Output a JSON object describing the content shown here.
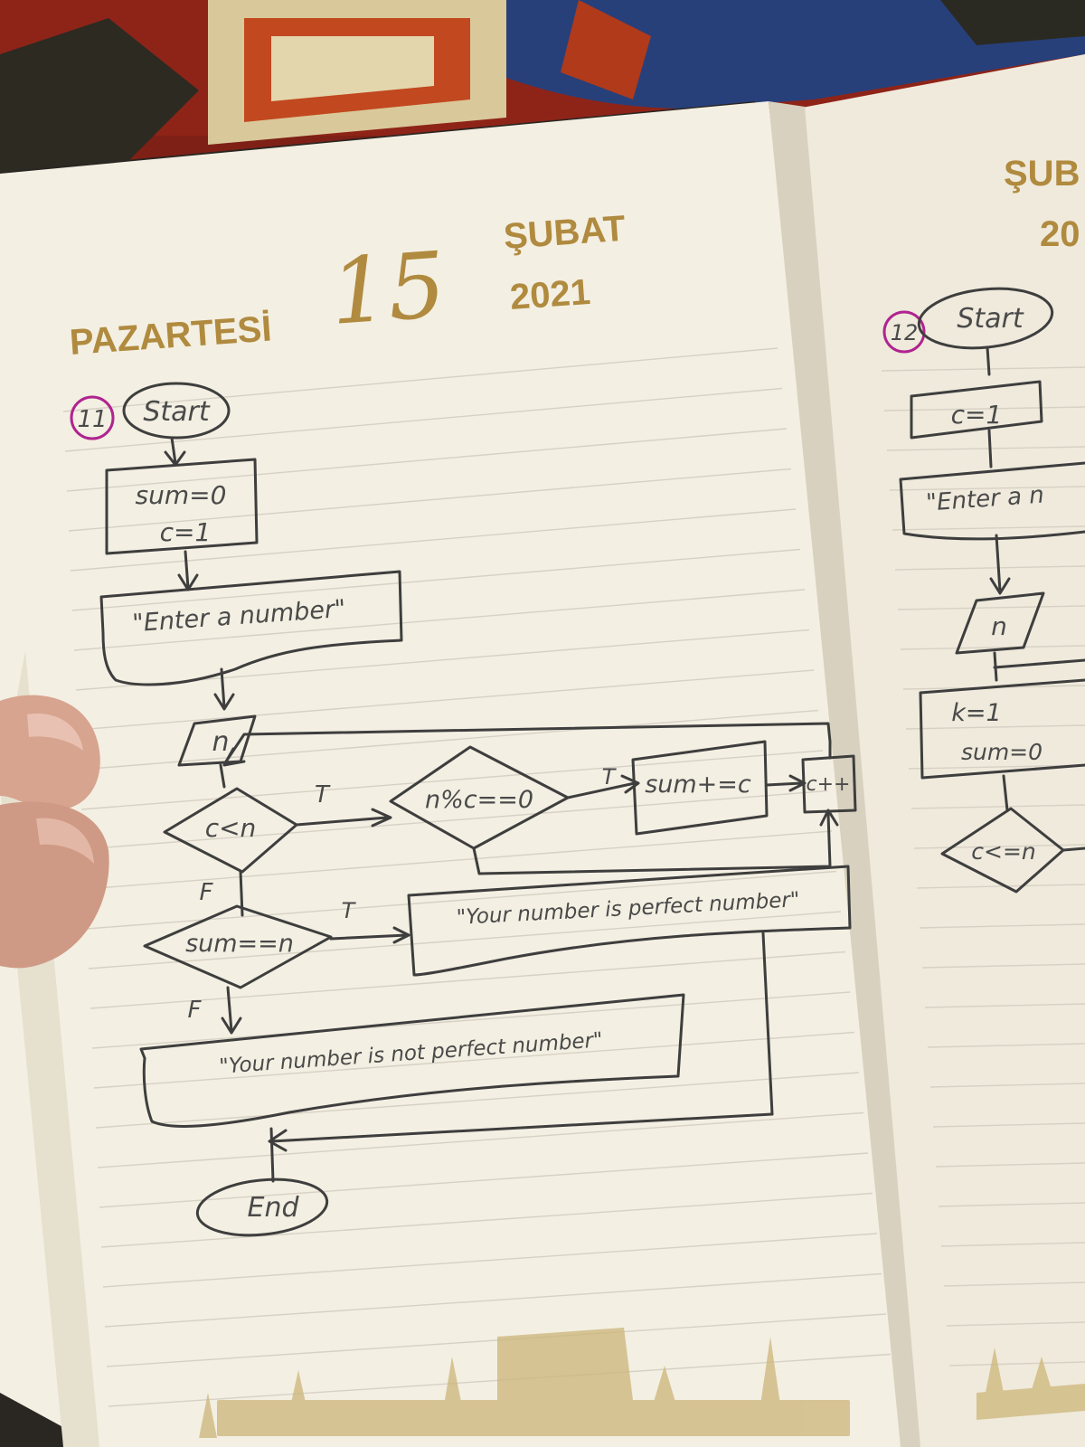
{
  "colors": {
    "paper": "#f3efe2",
    "ink": "#3e3e3e",
    "gold": "#b08a3e",
    "marker": "#b0248f",
    "rug_red": "#8e2418",
    "rug_blue": "#27407a"
  },
  "page": {
    "day_name": "PAZARTESİ",
    "day_number": "15",
    "month": "ŞUBAT",
    "year": "2021"
  },
  "right_page": {
    "month_partial": "ŞUB",
    "year_partial": "20"
  },
  "flowchart_11": {
    "number": "11",
    "start": "Start",
    "init_sum": "sum=0",
    "init_c": "c=1",
    "prompt": "\"Enter a number\"",
    "input": "n",
    "cond_loop": "c<n",
    "cond_mod": "n%c==0",
    "add": "sum+=c",
    "increment": "c++",
    "true_label": "T",
    "false_label": "F",
    "cond_perfect": "sum==n",
    "msg_perfect": "\"Your number is perfect number\"",
    "msg_not_perfect": "\"Your number is not perfect number\"",
    "end": "End"
  },
  "flowchart_12": {
    "number": "12",
    "start": "Start",
    "init_c": "c=1",
    "prompt": "\"Enter a n",
    "input": "n",
    "init_k": "k=1",
    "init_sum": "sum=0",
    "cond": "c<=n"
  }
}
